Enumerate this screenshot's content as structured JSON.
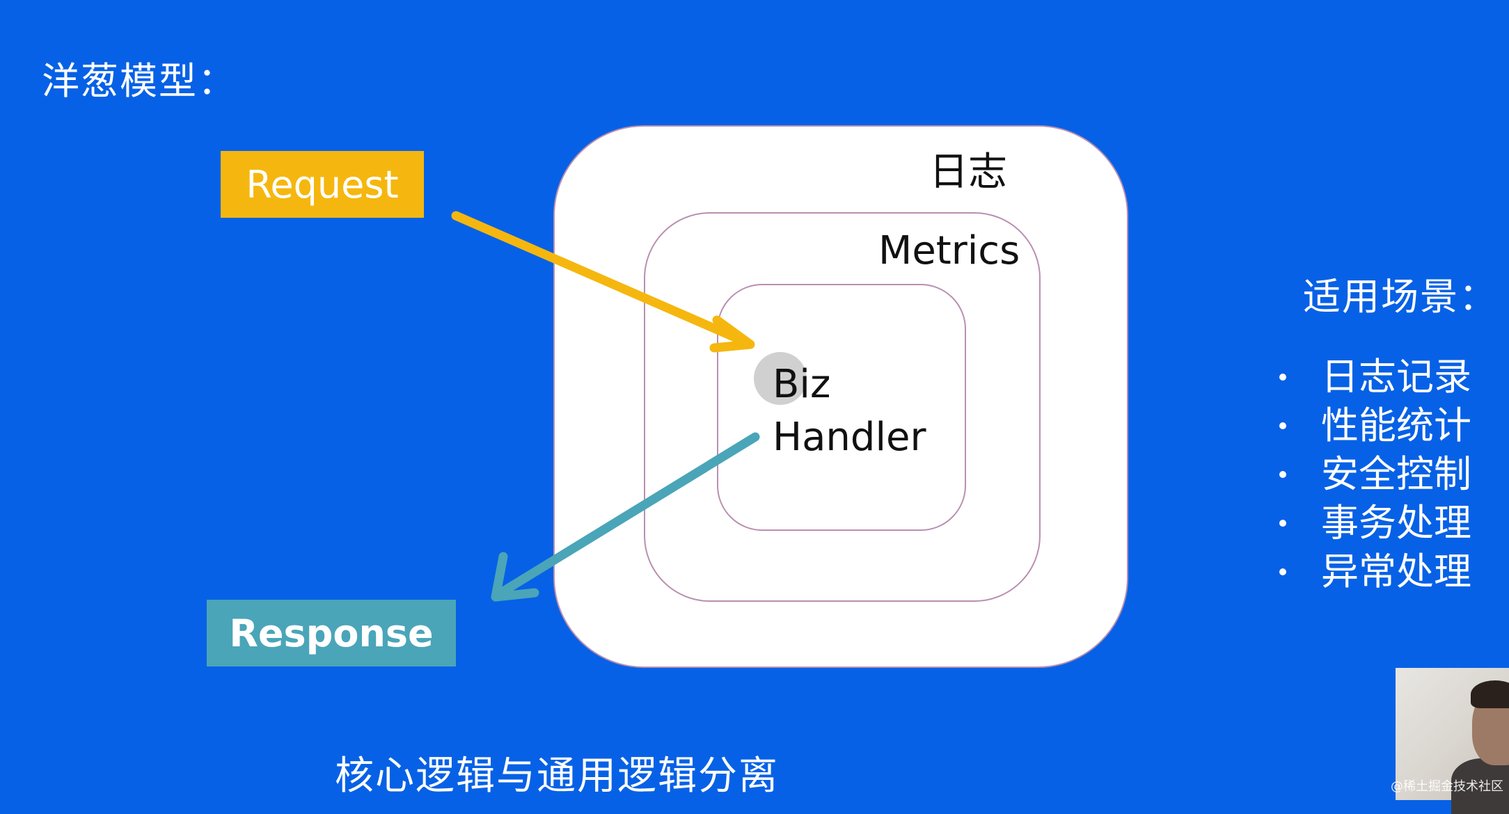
{
  "title": "洋葱模型：",
  "layers": {
    "outer": "日志",
    "middle": "Metrics",
    "inner_line1": "Biz",
    "inner_line2": "Handler"
  },
  "request_label": "Request",
  "response_label": "Response",
  "footer": "核心逻辑与通用逻辑分离",
  "scenarios": {
    "title": "适用场景：",
    "items": [
      "日志记录",
      "性能统计",
      "安全控制",
      "事务处理",
      "异常处理"
    ]
  },
  "watermark": "@稀土掘金技术社区",
  "colors": {
    "background": "#0761e6",
    "request": "#f5b70f",
    "response": "#4aa5b8",
    "ring_border": "#b98fb0"
  }
}
